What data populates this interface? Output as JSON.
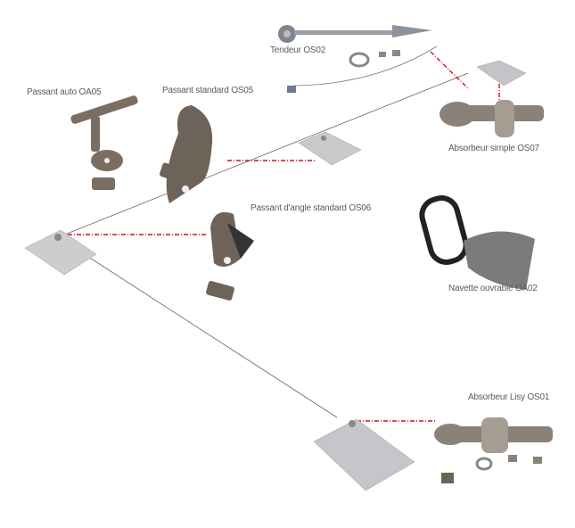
{
  "labels": {
    "tendeur": "Tendeur OS02",
    "passant_auto": "Passant auto OA05",
    "passant_standard": "Passant standard OS05",
    "absorbeur_simple": "Absorbeur simple OS07",
    "passant_angle": "Passant d'angle standard OS06",
    "navette": "Navette ouvrable OA02",
    "absorbeur_lisy": "Absorbeur Lisy OS01"
  },
  "colors": {
    "leader": "#d0101a",
    "metal": "#8a8178",
    "plate": "#c9c9cc",
    "cable": "#666666"
  }
}
